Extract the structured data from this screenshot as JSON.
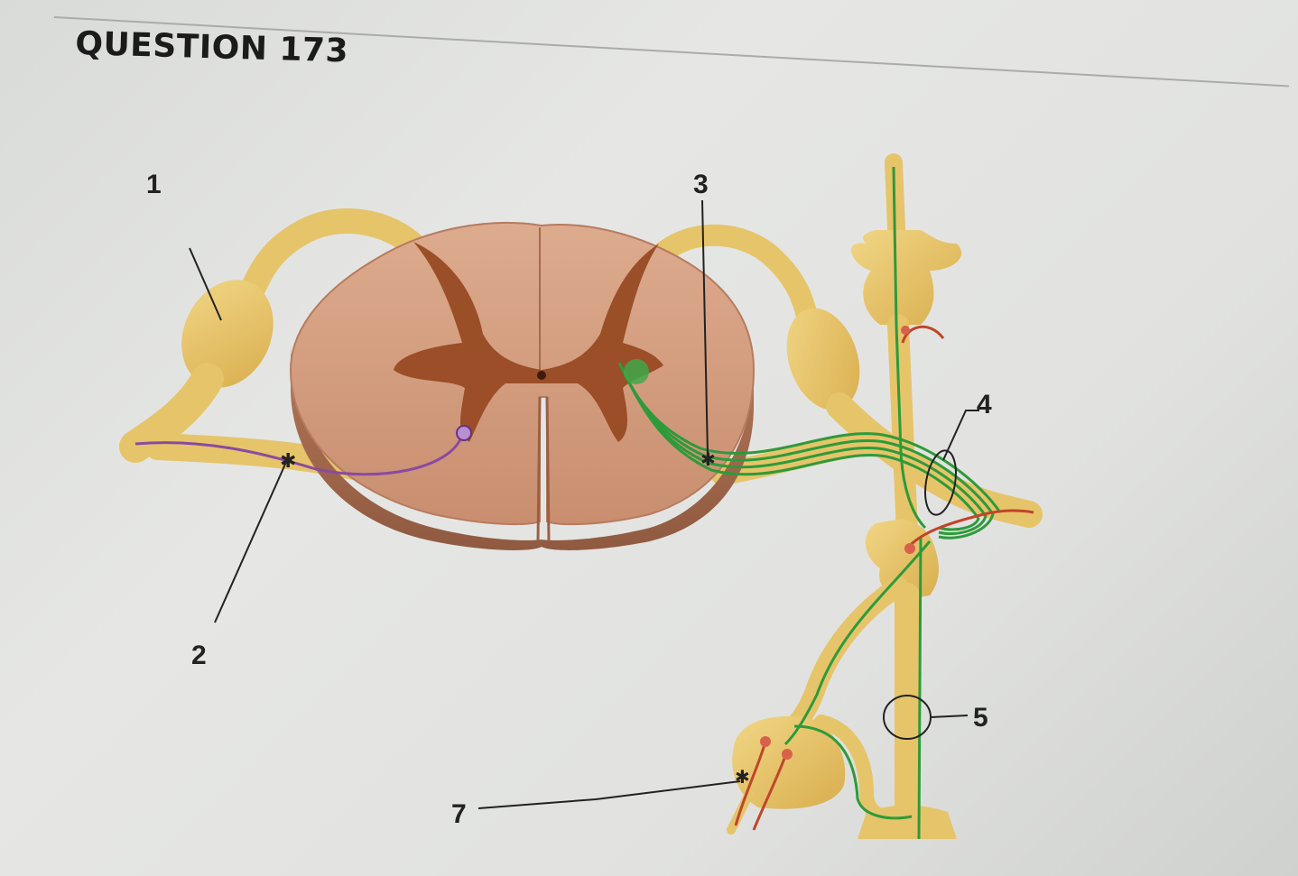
{
  "question": {
    "title": "QUESTION 173"
  },
  "figure": {
    "labels": {
      "l1": "1",
      "l2": "2",
      "l3": "3",
      "l4": "4",
      "l5": "5",
      "l7": "7"
    },
    "colors": {
      "spinal_cord": "#d49e80",
      "gray_matter": "#93491f",
      "nerve": "#e8c66c",
      "motor_fiber": "#2e9a3a",
      "sensory_fiber": "#8a4aa0",
      "red_fiber": "#c0452a"
    }
  }
}
